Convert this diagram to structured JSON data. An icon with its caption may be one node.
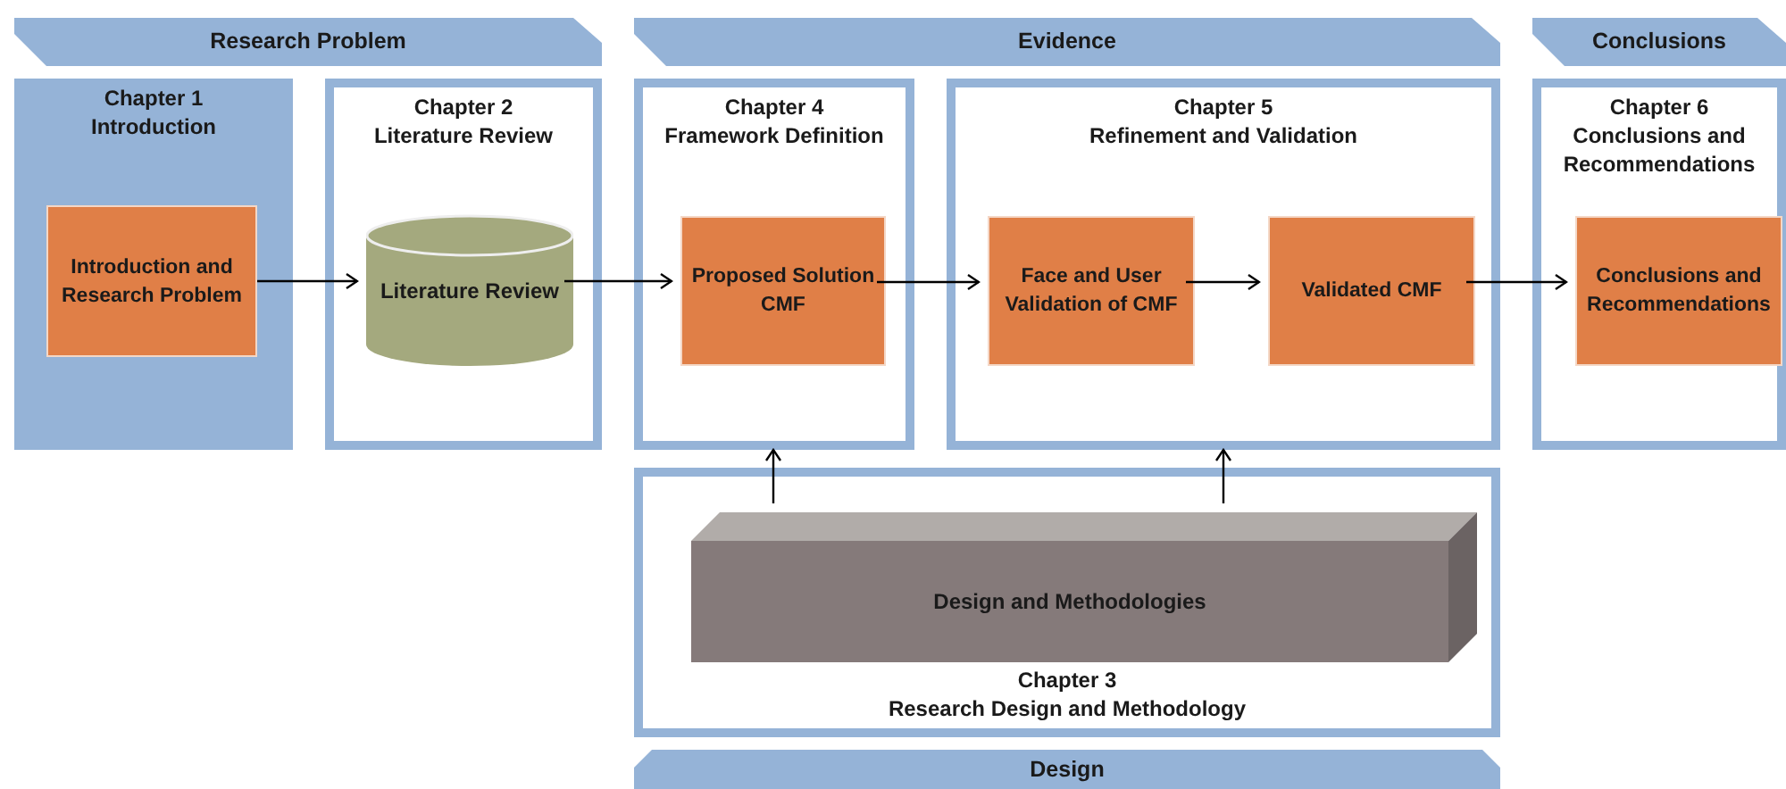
{
  "diagram": {
    "nodes": [
      {
        "text": [
          "Research Problem"
        ]
      },
      {
        "text": [
          "Evidence"
        ]
      },
      {
        "text": [
          "Conclusions"
        ]
      },
      {
        "text": [
          "Chapter 1",
          "Introduction"
        ]
      },
      {
        "text": [
          "Introduction and Research Problem"
        ],
        "in": 3
      },
      {
        "text": [
          "Chapter 2",
          "Literature Review"
        ]
      },
      {
        "text": [
          "Literature Review"
        ],
        "in": 5
      },
      {
        "text": [
          "Chapter 4",
          "Framework Definition"
        ]
      },
      {
        "text": [
          "Proposed Solution CMF"
        ],
        "in": 7
      },
      {
        "text": [
          "Chapter 5",
          "Refinement and Validation"
        ]
      },
      {
        "text": [
          "Face and User Validation of CMF"
        ],
        "in": 9
      },
      {
        "text": [
          "Validated CMF"
        ],
        "in": 9
      },
      {
        "text": [
          "Chapter 6",
          "Conclusions and Recommendations"
        ]
      },
      {
        "text": [
          "Conclusions and Recommendations"
        ],
        "in": 12
      },
      {
        "text": [
          "Chapter 3",
          "Research Design and Methodology"
        ]
      },
      {
        "text": [
          "Design and Methodologies"
        ],
        "in": 14
      },
      {
        "text": [
          "Design"
        ]
      }
    ],
    "edges": [
      {
        "from": 4,
        "to": 6,
        "arrow": "to"
      },
      {
        "from": 6,
        "to": 8,
        "arrow": "to"
      },
      {
        "from": 8,
        "to": 10,
        "arrow": "to"
      },
      {
        "from": 10,
        "to": 11,
        "arrow": "to"
      },
      {
        "from": 11,
        "to": 13,
        "arrow": "to"
      },
      {
        "from": 15,
        "to": 7,
        "arrow": "to"
      },
      {
        "from": 15,
        "to": 9,
        "arrow": "to"
      }
    ]
  }
}
